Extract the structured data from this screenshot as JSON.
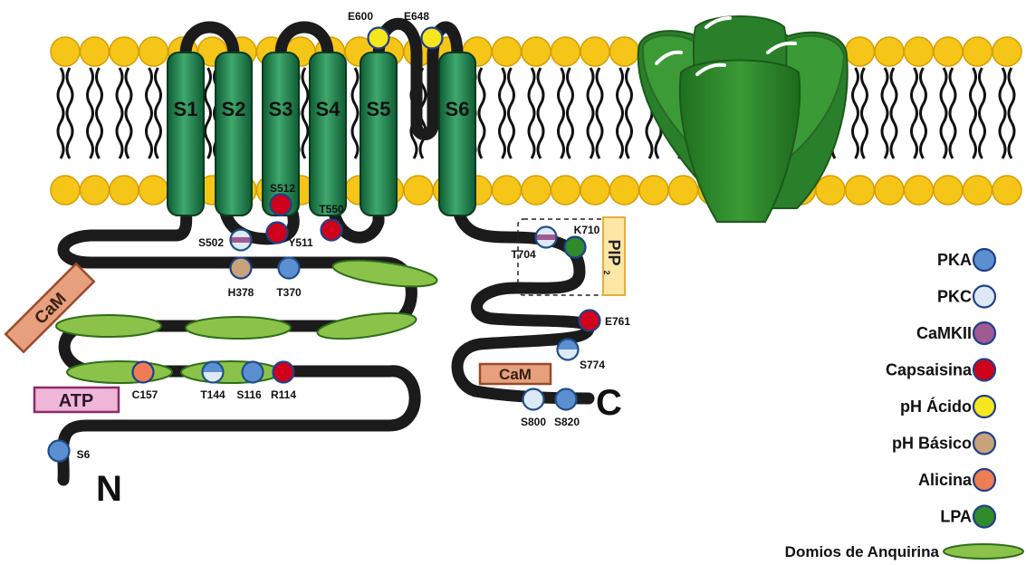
{
  "segments": [
    "S1",
    "S2",
    "S3",
    "S4",
    "S5",
    "S6"
  ],
  "terminals": {
    "n": "N",
    "c": "C"
  },
  "boxes": {
    "cam_n": "CaM",
    "cam_c": "CaM",
    "atp": "ATP",
    "pip2_main": "PIP",
    "pip2_sub": "2"
  },
  "sites": [
    {
      "label": "E600",
      "type": "ph_acido"
    },
    {
      "label": "E648",
      "type": "ph_acido"
    },
    {
      "label": "S512",
      "type": "capsaisina"
    },
    {
      "label": "T550",
      "type": "capsaisina"
    },
    {
      "label": "Y511",
      "type": "capsaisina"
    },
    {
      "label": "S502",
      "type": "pkc_camkii"
    },
    {
      "label": "H378",
      "type": "ph_basico"
    },
    {
      "label": "T370",
      "type": "pka"
    },
    {
      "label": "C157",
      "type": "alicina"
    },
    {
      "label": "T144",
      "type": "pka_pkc"
    },
    {
      "label": "S116",
      "type": "pka"
    },
    {
      "label": "R114",
      "type": "capsaisina"
    },
    {
      "label": "S6",
      "type": "pka"
    },
    {
      "label": "T704",
      "type": "pkc_camkii"
    },
    {
      "label": "K710",
      "type": "lpa"
    },
    {
      "label": "E761",
      "type": "capsaisina"
    },
    {
      "label": "S774",
      "type": "pka_pkc"
    },
    {
      "label": "S800",
      "type": "pkc"
    },
    {
      "label": "S820",
      "type": "pka"
    }
  ],
  "legend": [
    {
      "label": "PKA",
      "color": "#5b8fd0"
    },
    {
      "label": "PKC",
      "color": "#dde9f5"
    },
    {
      "label": "CaMKII",
      "color": "#a05a93"
    },
    {
      "label": "Capsaisina",
      "color": "#d0021b"
    },
    {
      "label": "pH Ácido",
      "color": "#f6e61e"
    },
    {
      "label": "pH Básico",
      "color": "#c8a27a"
    },
    {
      "label": "Alicina",
      "color": "#ee7d54"
    },
    {
      "label": "LPA",
      "color": "#2f8a2a"
    },
    {
      "label": "Domios de Anquirina",
      "color": "#8bc34a",
      "shape": "ellipse"
    }
  ],
  "colors": {
    "membrane_head": "#f5c518",
    "membrane_edge": "#d79d00",
    "helix_dark": "#0e5b32",
    "helix_light": "#3fa86d",
    "chain": "#1b1b1b",
    "ankyrin": "#8bc34a",
    "cam": "#e6a07e",
    "atp": "#efb6d8",
    "pip2": "#fde7a6",
    "channel": "#2d8a2d"
  }
}
